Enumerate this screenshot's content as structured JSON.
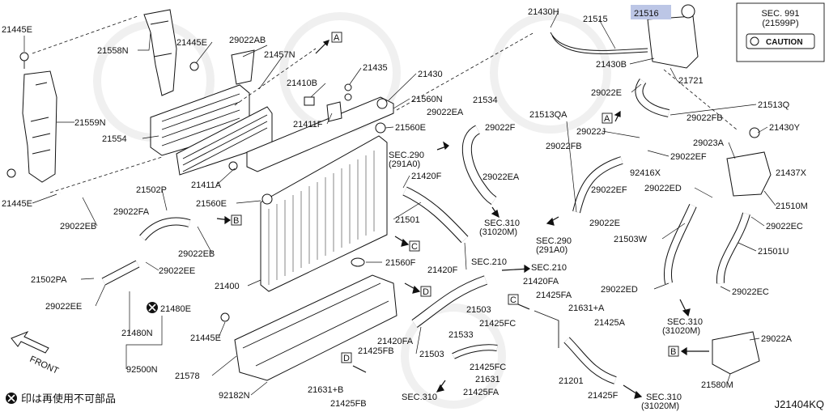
{
  "diagram_id": "J21404KQ",
  "note": {
    "text": "印は再使用不可部品"
  },
  "front_label": "FRONT",
  "caution_box": {
    "sec": "SEC. 991",
    "part": "(21599P)",
    "caution": "CAUTION"
  },
  "ref_letters": [
    "A",
    "B",
    "C",
    "D"
  ],
  "labels": {
    "l21445E_a": "21445E",
    "l21558N": "21558N",
    "l21445E_b": "21445E",
    "l29022AB": "29022AB",
    "l21457N": "21457N",
    "l21559N": "21559N",
    "l21554": "21554",
    "l21410B": "21410B",
    "l21435": "21435",
    "l21430": "21430",
    "l21560N": "21560N",
    "l21411F": "21411F",
    "l21560E_a": "21560E",
    "l29022EA_a": "29022EA",
    "l21534": "21534",
    "l29022F": "29022F",
    "l21445E_c": "21445E",
    "l29022EB_a": "29022EB",
    "l21502P": "21502P",
    "l29022FA": "29022FA",
    "l21411A": "21411A",
    "l21560E_b": "21560E",
    "lSEC290a": "SEC.290",
    "lSEC290a2": "(291A0)",
    "l21420F_a": "21420F",
    "l29022EA_b": "29022EA",
    "l21501": "21501",
    "lSEC310a": "SEC.310",
    "lSEC310a2": "(31020M)",
    "l29022EB_b": "29022EB",
    "l29022EE_a": "29022EE",
    "l21502PA": "21502PA",
    "l29022EE_b": "29022EE",
    "l21480E": "21480E",
    "l21480N": "21480N",
    "l92500N": "92500N",
    "l21560F": "21560F",
    "l21420F_b": "21420F",
    "l21400": "21400",
    "lSEC210a": "SEC.210",
    "lSEC210b": "SEC.210",
    "l21420FA_a": "21420FA",
    "l21503_a": "21503",
    "l21445E_d": "21445E",
    "l21420FA_b": "21420FA",
    "l21503_b": "21503",
    "l21425FA_a": "21425FA",
    "l21631A": "21631+A",
    "l21533": "21533",
    "l21425FC_a": "21425FC",
    "l21425FB_a": "21425FB",
    "l21425FC_b": "21425FC",
    "l21631": "21631",
    "l21578": "21578",
    "l21631B": "21631+B",
    "l21425FA_b": "21425FA",
    "l92182N": "92182N",
    "l21425FB_b": "21425FB",
    "lSEC310b": "SEC.310",
    "l21425A": "21425A",
    "l21201": "21201",
    "l21425F": "21425F",
    "lSEC310c": "SEC.310",
    "lSEC310c2": "(31020M)",
    "l21430H": "21430H",
    "l21515": "21515",
    "l21516": "21516",
    "l21430B": "21430B",
    "l21721": "21721",
    "l29022E_a": "29022E",
    "l29022FB_a": "29022FB",
    "l21513Q": "21513Q",
    "l21513QA": "21513QA",
    "l29022J": "29022J",
    "l29022FB_b": "29022FB",
    "l29022EF_a": "29022EF",
    "l92416X": "92416X",
    "l29022EF_b": "29022EF",
    "l29022E_b": "29022E",
    "lSEC290b": "SEC.290",
    "lSEC290b2": "(291A0)",
    "l29023A": "29023A",
    "l21430Y": "21430Y",
    "l21437X": "21437X",
    "l29022ED_a": "29022ED",
    "l21510M": "21510M",
    "l29022EC_a": "29022EC",
    "l21503W": "21503W",
    "l21501U": "21501U",
    "l29022ED_b": "29022ED",
    "l29022EC_b": "29022EC",
    "lSEC310d": "SEC.310",
    "lSEC310d2": "(31020M)",
    "l29022A": "29022A",
    "l21580M": "21580M"
  }
}
